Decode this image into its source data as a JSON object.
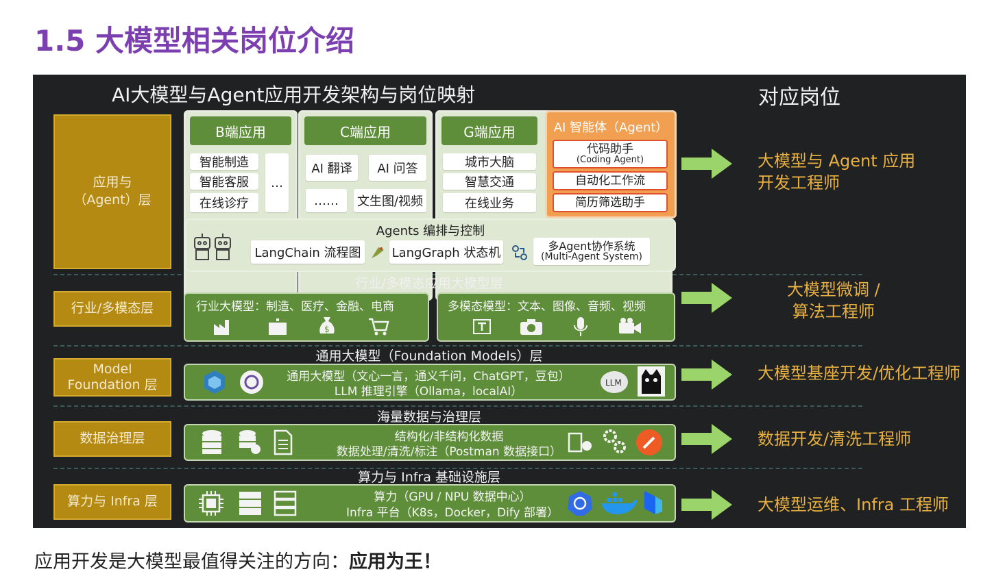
{
  "section_heading": "1.5 大模型相关岗位介绍",
  "figure": {
    "title": "AI大模型与Agent应用开发架构与岗位映射",
    "right_title": "对应岗位",
    "left_labels": {
      "app": "应用与\n（Agent）层",
      "industry": "行业/多模态层",
      "model": "Model\nFoundation 层",
      "data": "数据治理层",
      "infra": "算力与 Infra 层"
    },
    "app_layer": {
      "b_header": "B端应用",
      "b_items": [
        "智能制造",
        "智能客服",
        "在线诊疗"
      ],
      "b_more": "…",
      "c_header": "C端应用",
      "c_items": [
        "AI 翻译",
        "AI 问答",
        "……",
        "文生图/视频"
      ],
      "g_header": "G端应用",
      "g_items": [
        "城市大脑",
        "智慧交通",
        "在线业务"
      ],
      "agent_header": "AI 智能体（Agent）",
      "agent_item1": "代码助手",
      "agent_item1_sub": "(Coding Agent)",
      "agent_item2": "自动化工作流",
      "agent_item3": "简历筛选助手",
      "orchestration_title": "Agents 编排与控制",
      "langchain": "LangChain 流程图",
      "langgraph": "LangGraph 状态机",
      "multi_agent": "多Agent协作系统",
      "multi_agent_sub": "(Multi-Agent System)"
    },
    "industry_layer": {
      "title": "行业/多模态应用大模型层",
      "industry_models": "行业大模型：制造、医疗、金融、电商",
      "multimodal_models": "多模态模型：文本、图像、音频、视频"
    },
    "foundation_layer": {
      "title": "通用大模型（Foundation Models）层",
      "line1": "通用大模型（文心一言，通义千问，ChatGPT，豆包）",
      "line2": "LLM 推理引擎（Ollama，localAI）"
    },
    "data_layer": {
      "title": "海量数据与治理层",
      "line1": "结构化/非结构化数据",
      "line2": "数据处理/清洗/标注（Postman 数据接口）"
    },
    "infra_layer": {
      "title": "算力与 Infra 基础设施层",
      "line1": "算力（GPU / NPU 数据中心）",
      "line2": "Infra 平台（K8s，Docker，Dify 部署）"
    },
    "roles": {
      "app": "大模型与 Agent 应用\n开发工程师",
      "industry": "大模型微调 /\n算法工程师",
      "model": "大模型基座开发/优化工程师",
      "data": "数据开发/清洗工程师",
      "infra": "大模型运维、Infra 工程师"
    },
    "colors": {
      "background": "#1f2123",
      "panel_green": "#5f8e3a",
      "panel_light": "#dfe8d3",
      "label_gold": "#b48a12",
      "agent_orange": "#f0a050",
      "role_gold": "#e8b040",
      "arrow_green": "#9bd46a"
    }
  },
  "caption": {
    "text": "应用开发是大模型最值得关注的方向：",
    "bold": "应用为王！"
  }
}
